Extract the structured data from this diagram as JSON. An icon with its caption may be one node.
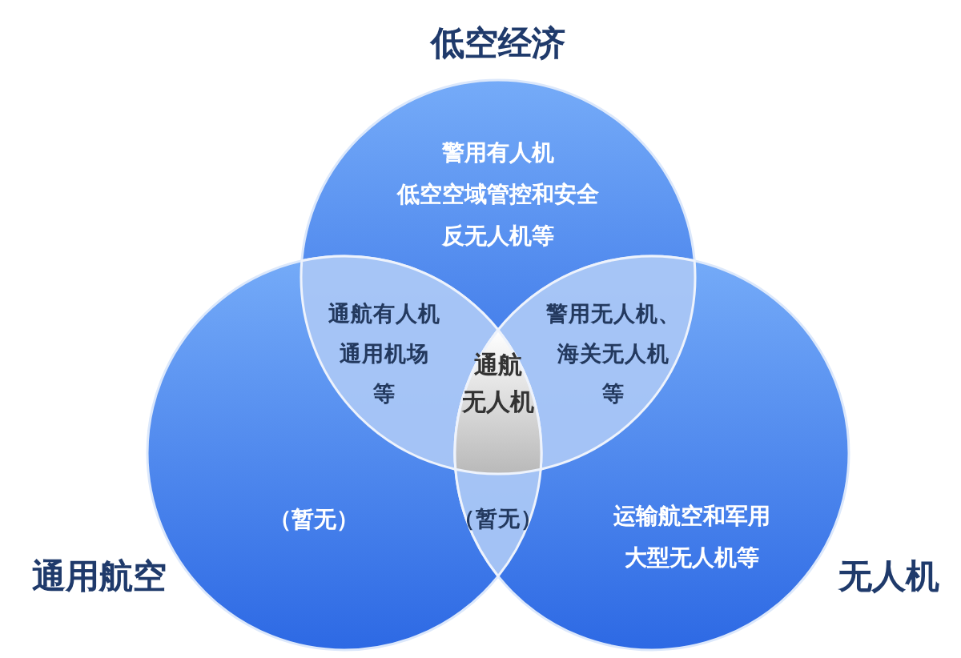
{
  "diagram": {
    "nodes": [
      {
        "text": [
          "低空经济",
          "警用有人机低空空域管控和安全反无人机等"
        ]
      },
      {
        "text": [
          "通用航空",
          "（暂无）"
        ]
      },
      {
        "text": [
          "无人机",
          "运输航空和军用大型无人机等"
        ]
      },
      {
        "text": [
          "通航有人机通用机场等"
        ]
      },
      {
        "text": [
          "警用无人机、海关无人机等"
        ]
      },
      {
        "text": [
          "通航无人机"
        ]
      },
      {
        "text": [
          "（暂无）"
        ]
      }
    ]
  }
}
